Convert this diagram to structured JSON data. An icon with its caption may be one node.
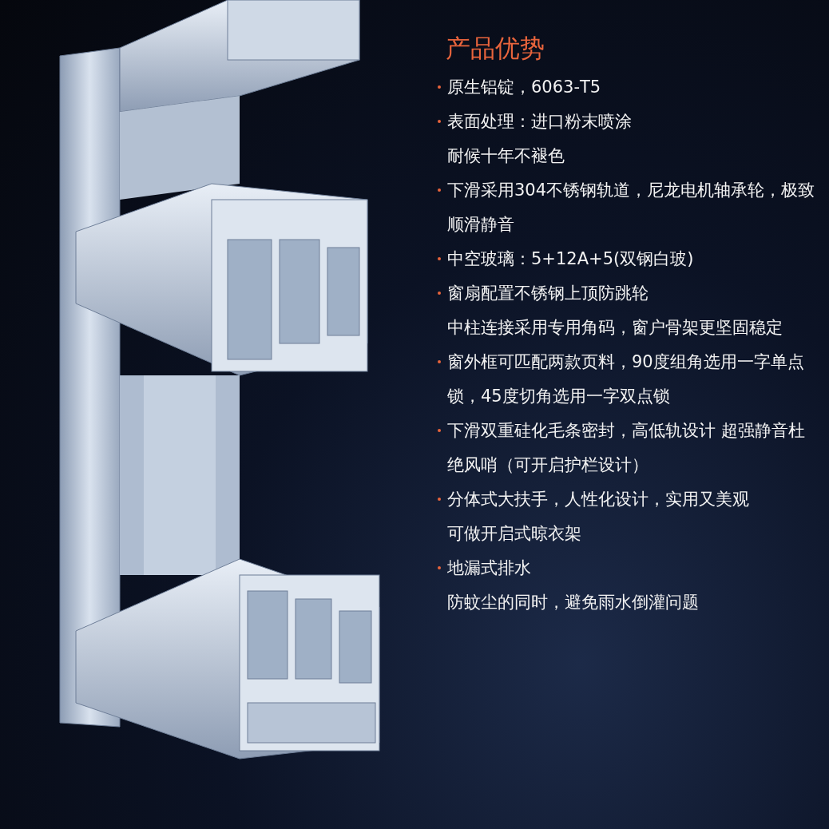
{
  "diagram": {
    "title": "产品优势",
    "labels": [
      "原生铝锭，6063-T5",
      "表面处理：进口粉末喷涂",
      "耐候十年不褪色",
      "下滑采用304不锈钢轨道，尼龙电机轴承轮，极致顺滑静音",
      "中空玻璃：5+12A+5(双钢白玻)",
      "窗扇配置不锈钢上顶防跳轮",
      "中柱连接采用专用角码，窗户骨架更坚固稳定",
      "窗外框可匹配两款页料，90度组角选用一字单点锁，45度切角选用一字双点锁",
      "下滑双重硅化毛条密封，高低轨设计 超强静音杜绝风哨（可开启护栏设计）",
      "分体式大扶手，人性化设计，实用又美观",
      "可做开启式晾衣架",
      "地漏式排水",
      "防蚊尘的同时，避免雨水倒灌问题"
    ]
  }
}
